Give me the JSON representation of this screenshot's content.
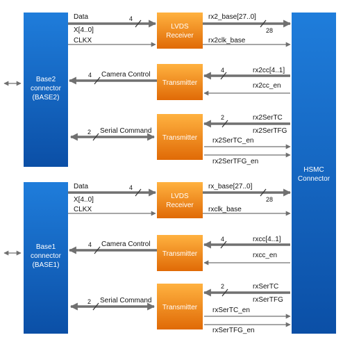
{
  "colors": {
    "connector_top": "#1f7ddb",
    "connector_bottom": "#0b4fa6",
    "block_top": "#ffb240",
    "block_bottom": "#e06a06",
    "wire": "#707070"
  },
  "base2": {
    "connector": [
      "Base2",
      "connector",
      "(BASE2)"
    ],
    "data": "Data",
    "x": "X[4..0]",
    "clkx": "CLKX",
    "data_width": "4",
    "lvds": [
      "LVDS",
      "Receiver"
    ],
    "rx_base": "rx2_base[27..0]",
    "rx_base_width": "28",
    "rx_clk": "rx2clk_base",
    "camera_width": "4",
    "camera": "Camera Control",
    "tx1": "Transmitter",
    "cc_width": "4",
    "cc": "rx2cc[4..1]",
    "cc_en": "rx2cc_en",
    "serial_width": "2",
    "serial": "Serial Command",
    "tx2": "Transmitter",
    "ser_width": "2",
    "ser_tc": "rx2SerTC",
    "ser_tfg": "rx2SerTFG",
    "ser_tc_en": "rx2SerTC_en",
    "ser_tfg_en": "rx2SerTFG_en"
  },
  "base1": {
    "connector": [
      "Base1",
      "connector",
      "(BASE1)"
    ],
    "data": "Data",
    "x": "X[4..0]",
    "clkx": "CLKX",
    "data_width": "4",
    "lvds": [
      "LVDS",
      "Receiver"
    ],
    "rx_base": "rx_base[27..0]",
    "rx_base_width": "28",
    "rx_clk": "rxclk_base",
    "camera_width": "4",
    "camera": "Camera Control",
    "tx1": "Transmitter",
    "cc_width": "4",
    "cc": "rxcc[4..1]",
    "cc_en": "rxcc_en",
    "serial_width": "2",
    "serial": "Serial Command",
    "tx2": "Transmitter",
    "ser_width": "2",
    "ser_tc": "rxSerTC",
    "ser_tfg": "rxSerTFG",
    "ser_tc_en": "rxSerTC_en",
    "ser_tfg_en": "rxSerTFG_en"
  },
  "hsmc": [
    "HSMC",
    "Connector"
  ]
}
